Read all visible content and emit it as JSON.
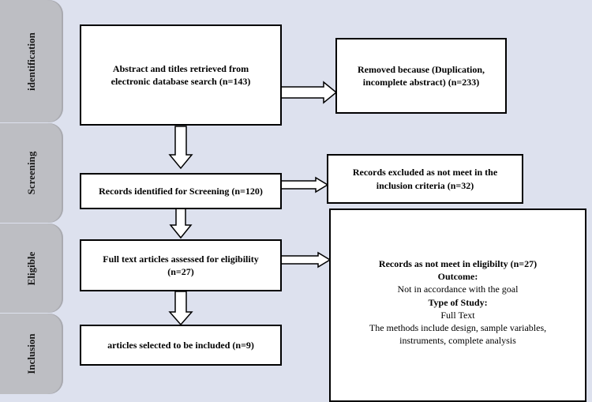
{
  "stages": [
    "identification",
    "Screening",
    "Eligible",
    "Inclusion"
  ],
  "boxes": {
    "abstract": "Abstract and titles retrieved from electronic database search (n=143)",
    "removed": "Removed because (Duplication, incomplete abstract) (n=233)",
    "screening": "Records identified for Screening (n=120)",
    "excluded": "Records excluded as not meet in the inclusion criteria (n=32)",
    "fulltext": "Full text articles assessed for eligibility (n=27)",
    "included": "articles selected to be included (n=9)"
  },
  "eligibility_box": {
    "title": "Records as not meet in eligibilty (n=27)",
    "outcome_label": "Outcome:",
    "outcome_value": "Not in accordance with the goal",
    "type_label": "Type of Study:",
    "type_value": "Full Text",
    "methods": "The methods include design, sample variables, instruments, complete analysis"
  }
}
